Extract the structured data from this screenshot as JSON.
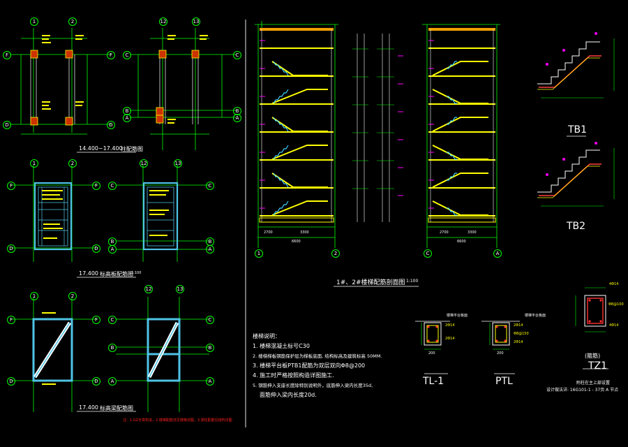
{
  "drawing": {
    "plans": {
      "p1_caption": "14.400~17.400",
      "p1_caption2": "柱配筋图",
      "p2_caption": "17.400",
      "p2_caption2": "标高板配筋图",
      "p3_caption": "17.400",
      "p3_caption2": "标高梁配筋图",
      "p2_scale": "1:100",
      "red_note": "注：1.GZ示意构造，2.楼梯配筋详见楼梯详图，3.梁柱配筋见结构详图"
    },
    "grid_labels": {
      "left_set": [
        "1",
        "2"
      ],
      "right_set": [
        "12",
        "13"
      ],
      "rows_left": [
        "F",
        "D"
      ],
      "rows_right": [
        "C",
        "B",
        "A"
      ]
    },
    "section": {
      "title": "1#、2#楼梯配筋剖面图",
      "scale": "1:100",
      "dims_bottom": [
        "2700",
        "3300"
      ],
      "dims_total": "6600"
    },
    "stairs": {
      "tb1_label": "TB1",
      "tb2_label": "TB2"
    },
    "notes": {
      "heading": "楼梯说明：",
      "items": [
        "1. 楼梯混凝土标号C30",
        "2. 楼梯梯板钢筋保护层为梯板底面, 结构标高及建筑标高 50MM.",
        "3. 楼梯平台板PTB1配筋为双层双向Φ8@200",
        "4. 施工时严格按照构造详图施工.",
        "5. 钢筋伸入支座长度除特别说明外，底筋伸入梁内长度35d,",
        "面筋伸入梁内长度20d."
      ]
    },
    "details": {
      "tl1_label": "TL-1",
      "ptl_label": "PTL",
      "tz1_label": "TZ1",
      "tz1_sub": "(箍筋)",
      "tl_title": "楼梯平台板面",
      "ptl_title": "楼梯平台板面",
      "rebar_top": "2Φ14",
      "rebar_bot": "2Φ14",
      "stirrup": "Φ8@150",
      "tl_dim": "200",
      "tz_rebar": "4Φ14",
      "tz_stirrup": "Φ8@100",
      "tz_note1": "附柱在主上部设置",
      "tz_note2": "设计做法详: 16G101-1 - 37页 A 节点"
    }
  }
}
